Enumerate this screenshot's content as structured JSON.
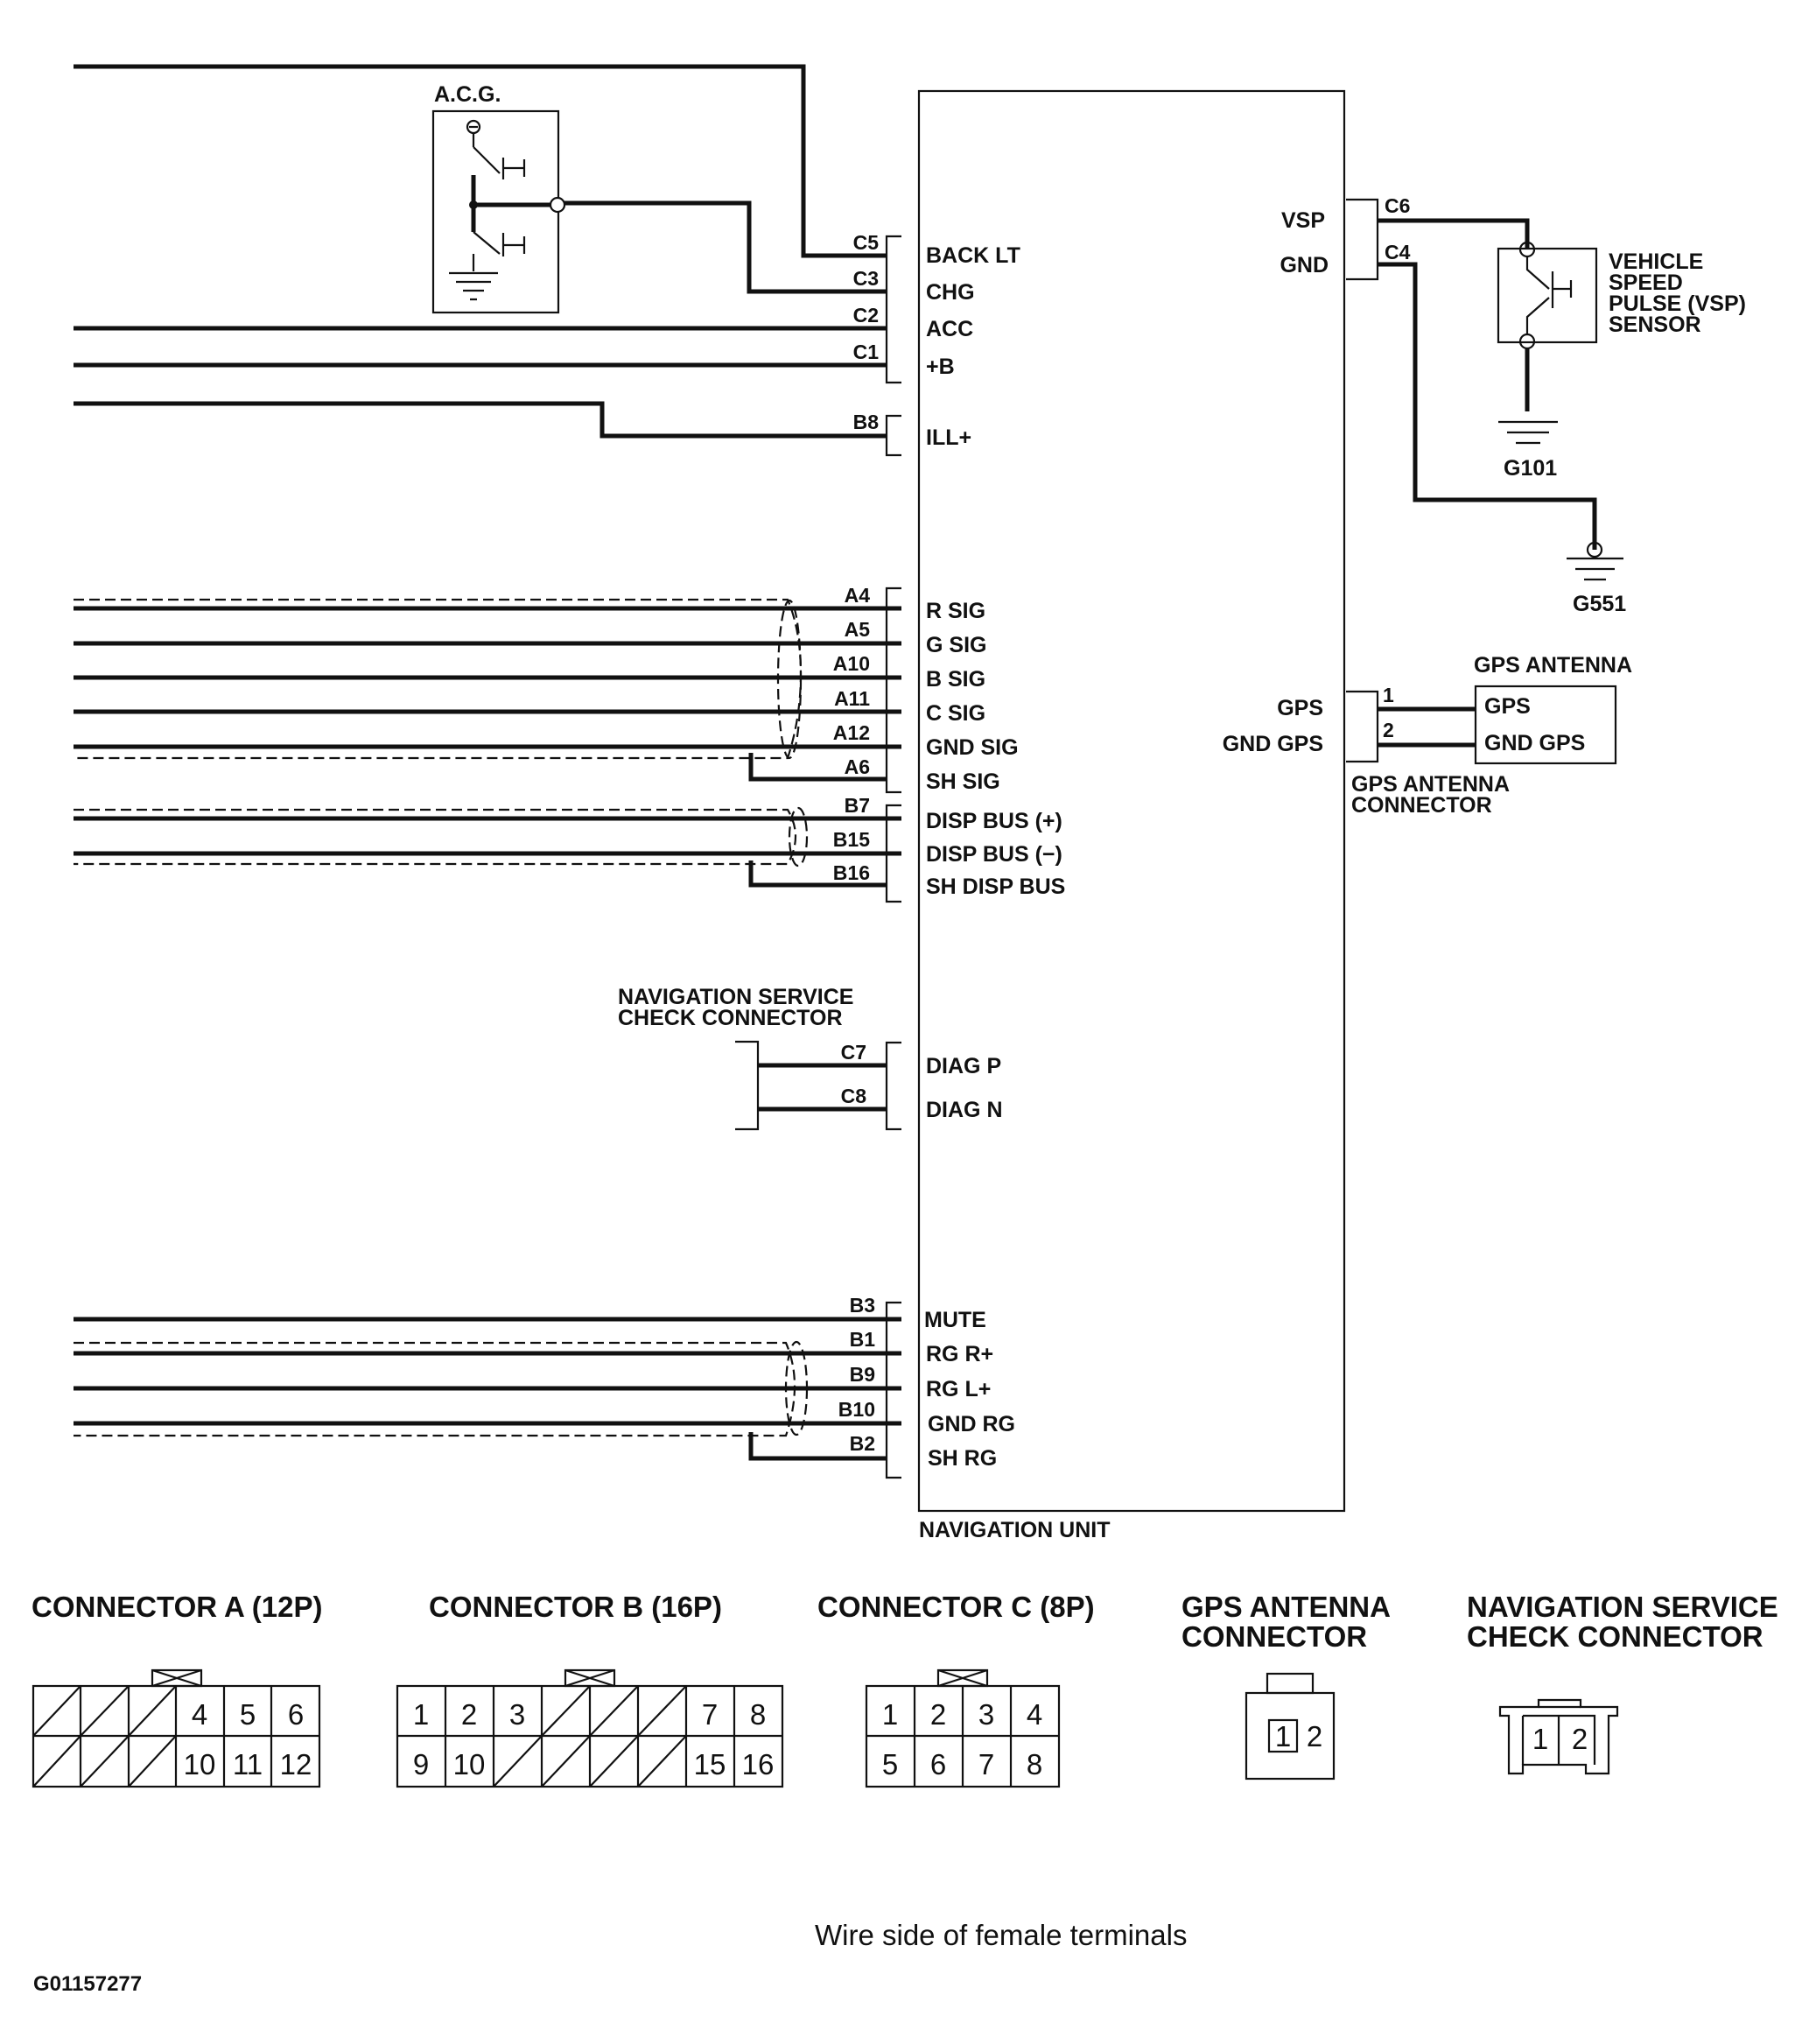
{
  "acg": {
    "title": "A.C.G."
  },
  "nav_unit": {
    "title": "NAVIGATION UNIT",
    "left_terminals": [
      {
        "pin": "C5",
        "label": "BACK LT"
      },
      {
        "pin": "C3",
        "label": "CHG"
      },
      {
        "pin": "C2",
        "label": "ACC"
      },
      {
        "pin": "C1",
        "label": "+B"
      },
      {
        "pin": "B8",
        "label": "ILL+"
      },
      {
        "pin": "A4",
        "label": "R SIG"
      },
      {
        "pin": "A5",
        "label": "G SIG"
      },
      {
        "pin": "A10",
        "label": "B SIG"
      },
      {
        "pin": "A11",
        "label": "C SIG"
      },
      {
        "pin": "A12",
        "label": "GND SIG"
      },
      {
        "pin": "A6",
        "label": "SH SIG"
      },
      {
        "pin": "B7",
        "label": "DISP BUS (+)"
      },
      {
        "pin": "B15",
        "label": "DISP BUS (−)"
      },
      {
        "pin": "B16",
        "label": "SH DISP BUS"
      },
      {
        "pin": "C7",
        "label": "DIAG P"
      },
      {
        "pin": "C8",
        "label": "DIAG N"
      },
      {
        "pin": "B3",
        "label": "MUTE"
      },
      {
        "pin": "B1",
        "label": "RG R+"
      },
      {
        "pin": "B9",
        "label": "RG L+"
      },
      {
        "pin": "B10",
        "label": "GND RG"
      },
      {
        "pin": "B2",
        "label": "SH RG"
      }
    ],
    "right_terminals": [
      {
        "pin": "C6",
        "label": "VSP"
      },
      {
        "pin": "C4",
        "label": "GND"
      },
      {
        "pin": "1",
        "label": "GPS"
      },
      {
        "pin": "2",
        "label": "GND GPS"
      }
    ]
  },
  "vsp_sensor": {
    "lines": [
      "VEHICLE",
      "SPEED",
      "PULSE (VSP)",
      "SENSOR"
    ]
  },
  "grounds": {
    "g101": "G101",
    "g551": "G551"
  },
  "gps_antenna": {
    "title": "GPS ANTENNA",
    "pins": [
      "GPS",
      "GND GPS"
    ],
    "connector_lines": [
      "GPS ANTENNA",
      "CONNECTOR"
    ]
  },
  "nav_service_check": {
    "lines": [
      "NAVIGATION SERVICE",
      "CHECK CONNECTOR"
    ]
  },
  "connectors": {
    "a": {
      "title": "CONNECTOR A (12P)",
      "cells": [
        "",
        "",
        "",
        "4",
        "5",
        "6",
        "",
        "",
        "",
        "10",
        "11",
        "12"
      ]
    },
    "b": {
      "title": "CONNECTOR B (16P)",
      "cells": [
        "1",
        "2",
        "3",
        "",
        "",
        "",
        "7",
        "8",
        "9",
        "10",
        "",
        "",
        "",
        "",
        "15",
        "16"
      ]
    },
    "c": {
      "title": "CONNECTOR C (8P)",
      "cells": [
        "1",
        "2",
        "3",
        "4",
        "5",
        "6",
        "7",
        "8"
      ]
    },
    "gps": {
      "title_lines": [
        "GPS ANTENNA",
        "CONNECTOR"
      ],
      "cells": [
        "1",
        "2"
      ]
    },
    "nsc": {
      "title_lines": [
        "NAVIGATION SERVICE",
        "CHECK CONNECTOR"
      ],
      "cells": [
        "1",
        "2"
      ]
    }
  },
  "footer": {
    "caption": "Wire side of female terminals",
    "figure_id": "G01157277"
  }
}
